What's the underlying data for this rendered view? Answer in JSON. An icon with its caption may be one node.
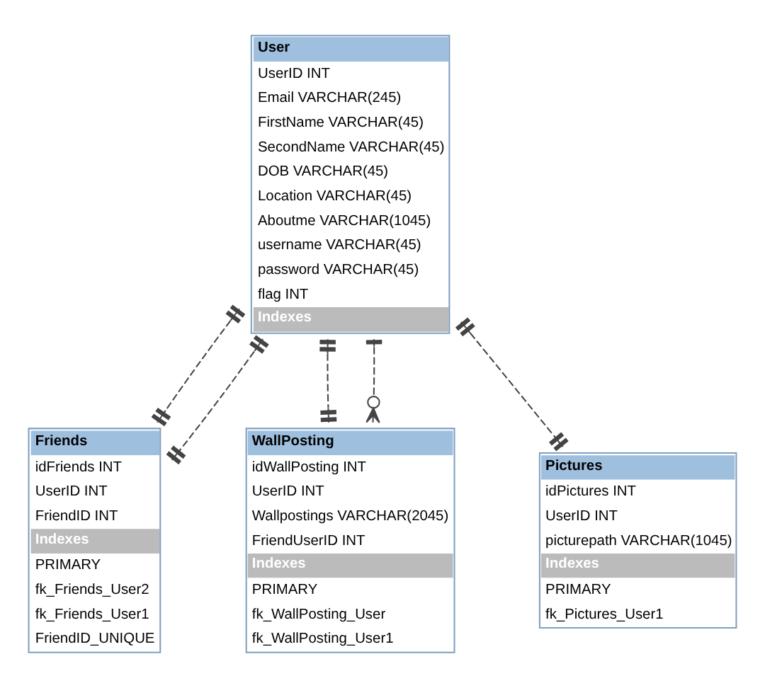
{
  "diagram": {
    "nodes": [
      {
        "text": [
          "User",
          "UserID INT",
          "Email VARCHAR(245)",
          "FirstName VARCHAR(45)",
          "SecondName VARCHAR(45)",
          "DOB VARCHAR(45)",
          "Location VARCHAR(45)",
          "Aboutme VARCHAR(1045)",
          "username VARCHAR(45)",
          "password VARCHAR(45)",
          "flag INT",
          "Indexes"
        ]
      },
      {
        "text": [
          "Friends",
          "idFriends INT",
          "UserID INT",
          "FriendID INT",
          "Indexes",
          "PRIMARY",
          "fk_Friends_User2",
          "fk_Friends_User1",
          "FriendID_UNIQUE"
        ]
      },
      {
        "text": [
          "WallPosting",
          "idWallPosting INT",
          "UserID INT",
          "Wallpostings VARCHAR(2045)",
          "FriendUserID INT",
          "Indexes",
          "PRIMARY",
          "fk_WallPosting_User",
          "fk_WallPosting_User1"
        ]
      },
      {
        "text": [
          "Pictures",
          "idPictures INT",
          "UserID INT",
          "picturepath VARCHAR(1045)",
          "Indexes",
          "PRIMARY",
          "fk_Pictures_User1"
        ]
      }
    ],
    "edges": [
      {
        "from": 0,
        "to": 1,
        "arrow": "other",
        "style": "dashed"
      },
      {
        "from": 0,
        "to": 1,
        "arrow": "other",
        "style": "dashed"
      },
      {
        "from": 0,
        "to": 3,
        "arrow": "other",
        "style": "dashed"
      },
      {
        "from": 0,
        "to": 2,
        "arrow": "other",
        "style": "dashed"
      },
      {
        "from": 0,
        "to": 2,
        "arrow": "other",
        "style": "dashed"
      }
    ]
  }
}
